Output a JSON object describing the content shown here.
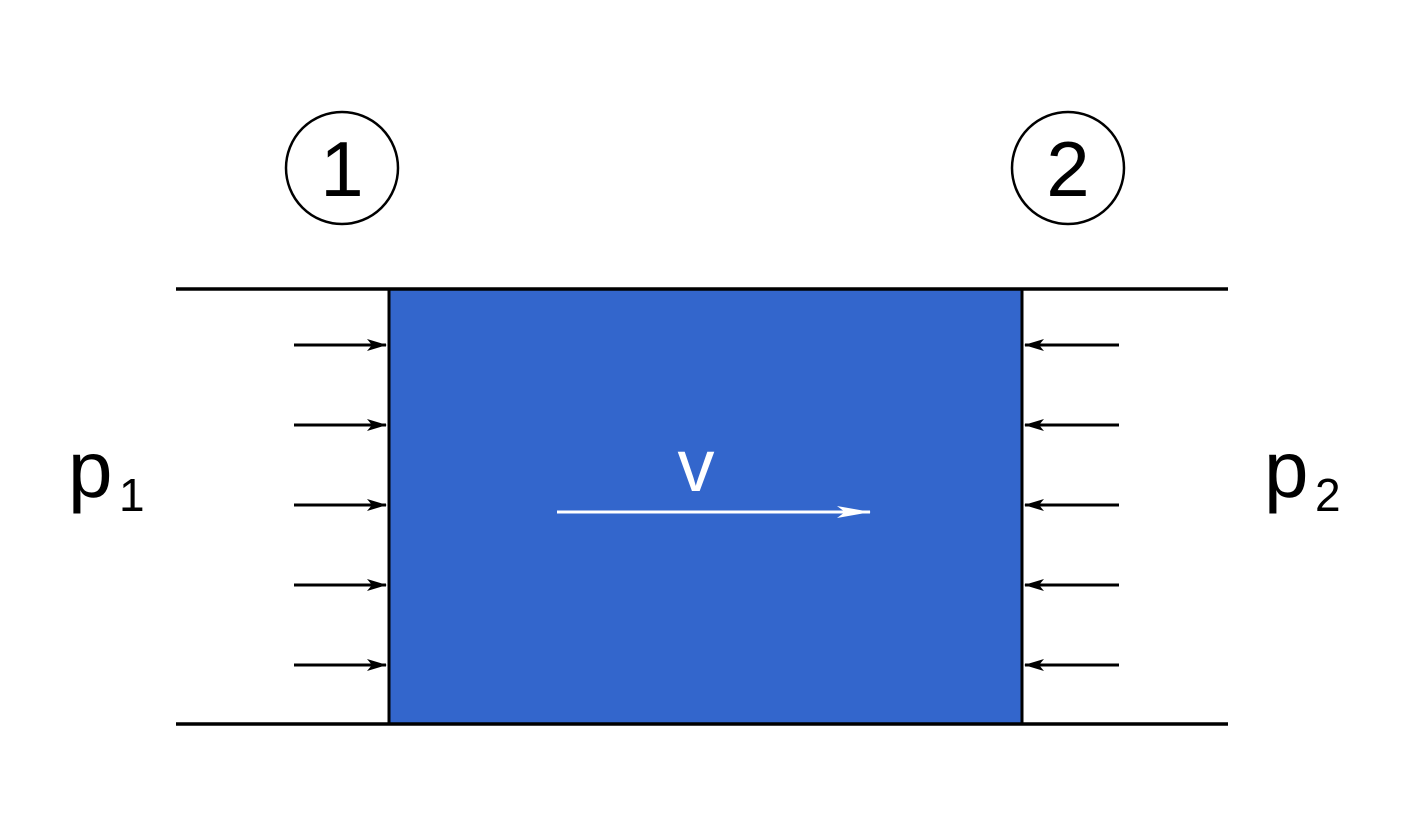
{
  "section_markers": [
    {
      "label": "1"
    },
    {
      "label": "2"
    }
  ],
  "pressures": [
    {
      "symbol": "p",
      "subscript": "1"
    },
    {
      "symbol": "p",
      "subscript": "2"
    }
  ],
  "velocity": {
    "label": "v"
  },
  "colors": {
    "fluid_fill": "#3366cc",
    "lines": "#000000",
    "velocity_arrow": "#ffffff",
    "background": "#ffffff"
  },
  "pressure_arrow_count_per_side": 5
}
